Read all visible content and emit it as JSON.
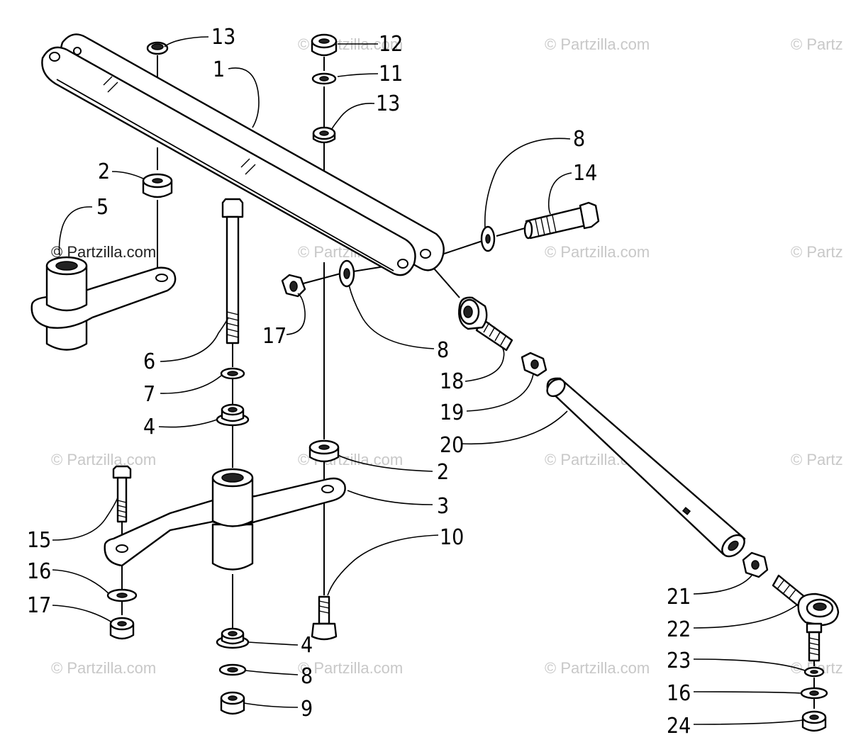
{
  "watermark_text": "© Partzilla.com",
  "watermark_partial": "© Partz",
  "callouts": {
    "c13a": "13",
    "c1": "1",
    "c12": "12",
    "c11": "11",
    "c13b": "13",
    "c8a": "8",
    "c14": "14",
    "c2a": "2",
    "c5": "5",
    "c17a": "17",
    "c8b": "8",
    "c18": "18",
    "c6": "6",
    "c19": "19",
    "c7": "7",
    "c4a": "4",
    "c20": "20",
    "c2b": "2",
    "c3": "3",
    "c15": "15",
    "c10": "10",
    "c16a": "16",
    "c17b": "17",
    "c21": "21",
    "c22": "22",
    "c4b": "4",
    "c23": "23",
    "c8c": "8",
    "c16b": "16",
    "c9": "9",
    "c24": "24"
  }
}
